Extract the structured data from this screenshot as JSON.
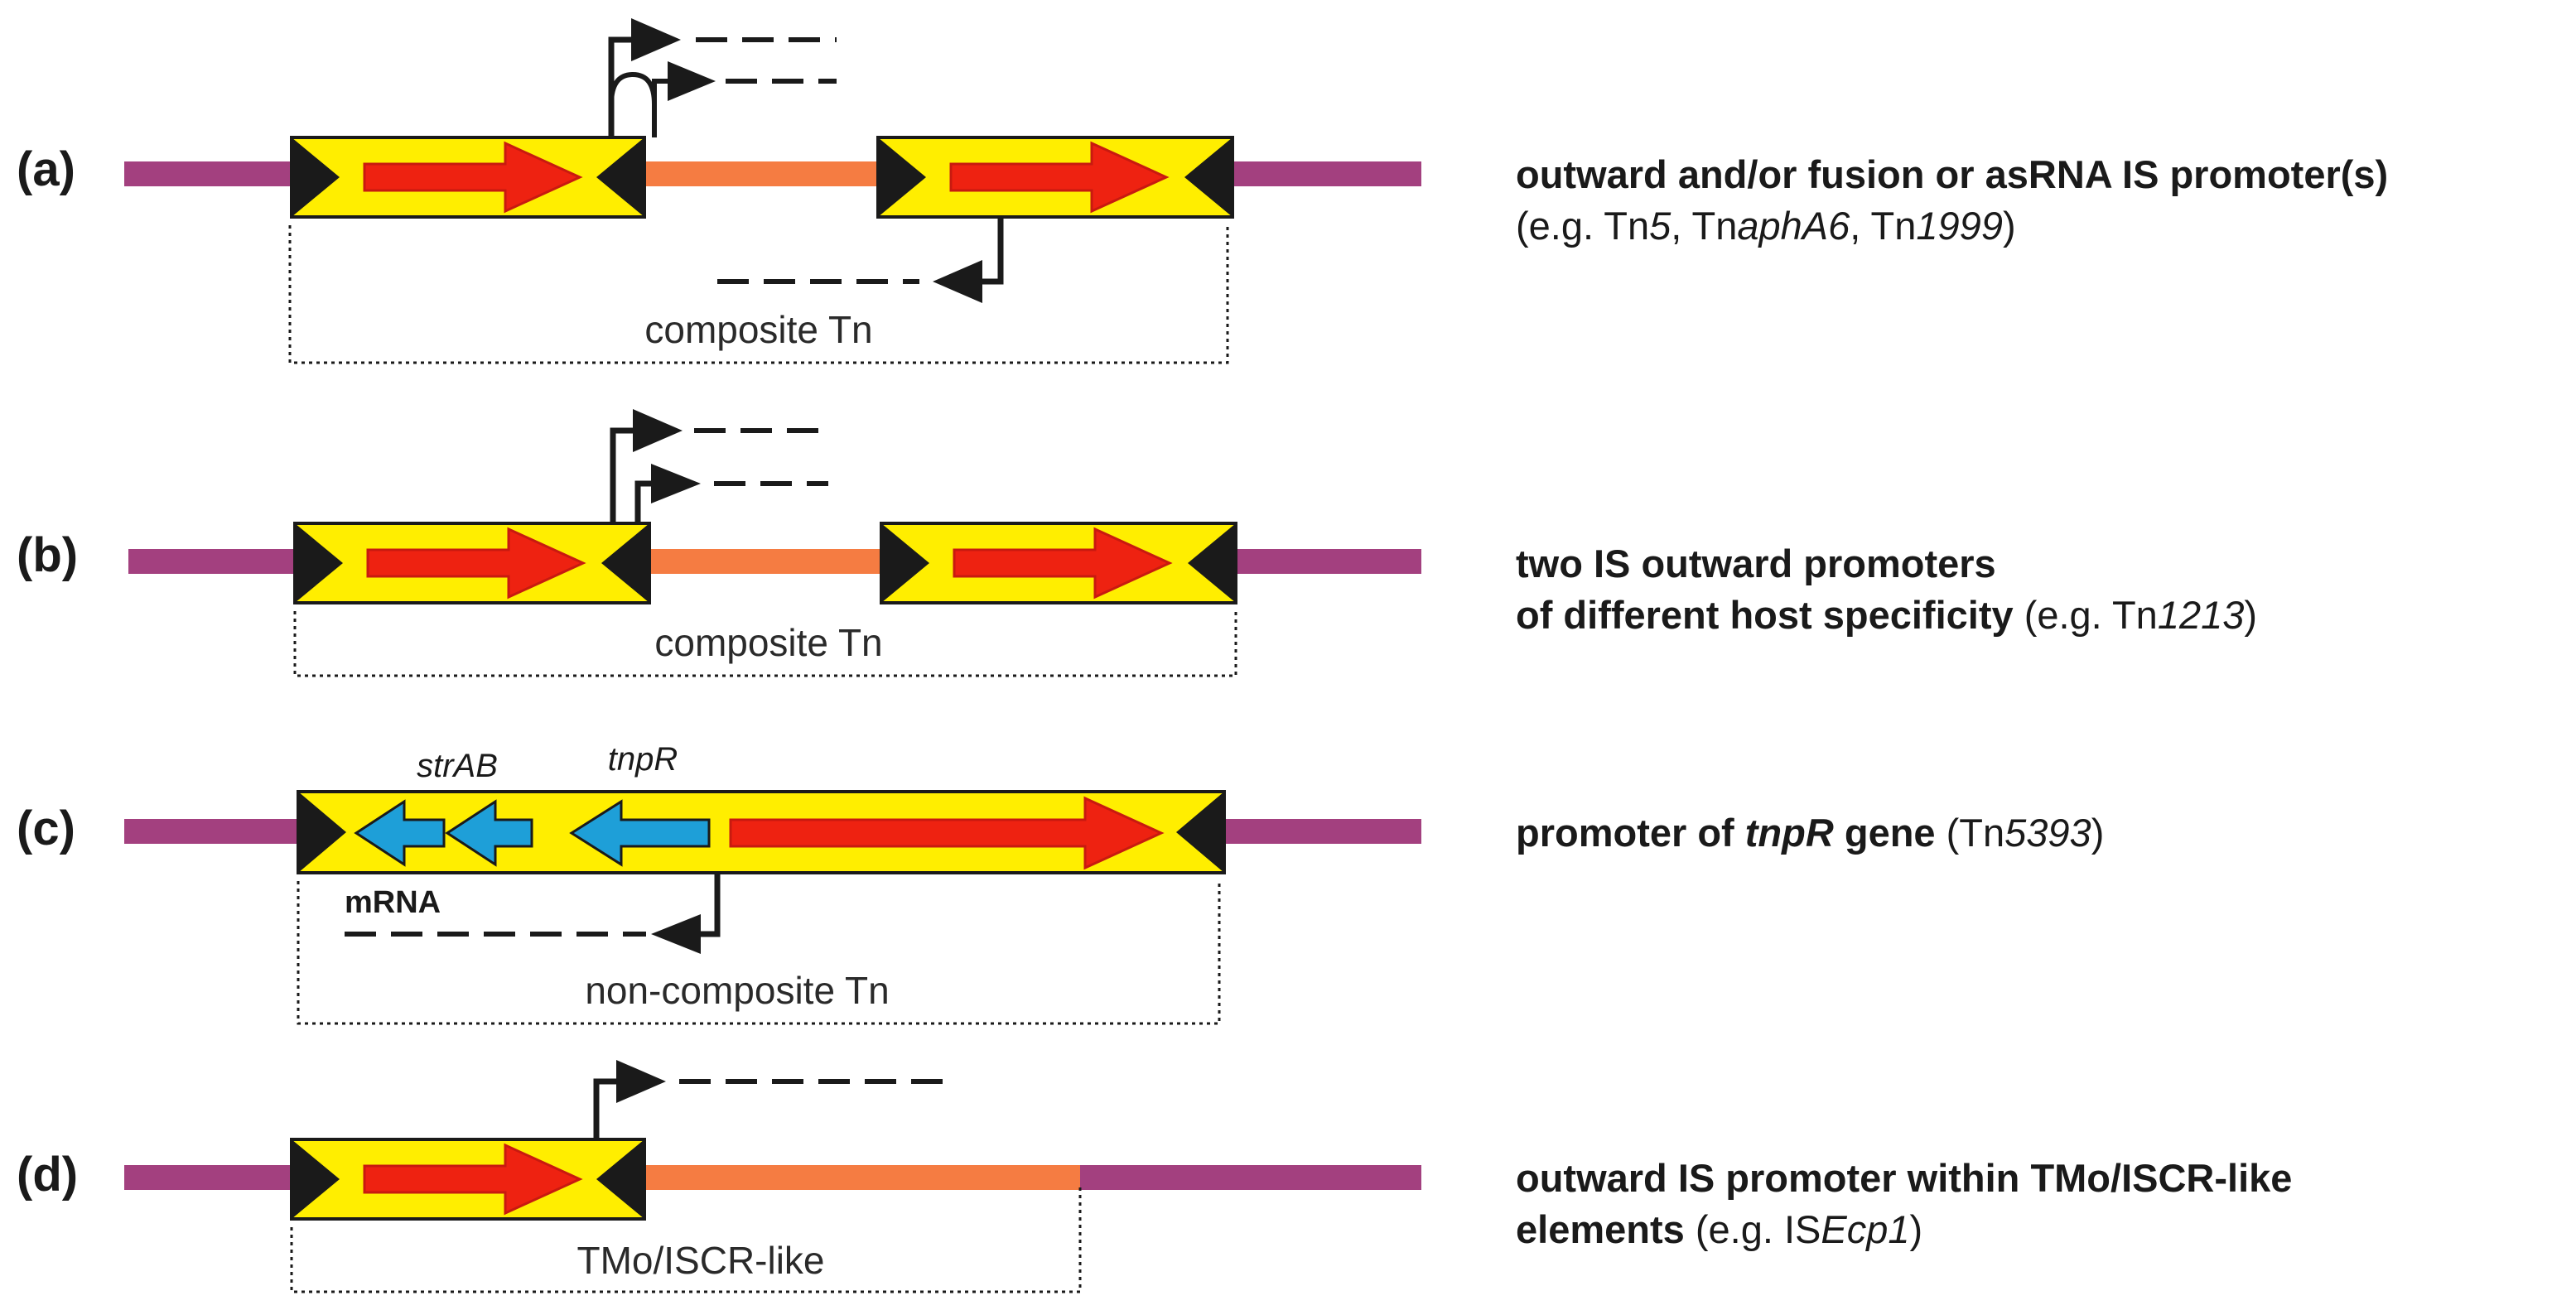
{
  "colors": {
    "flank": "#a3407f",
    "internal": "#f57c42",
    "is_box": "#ffee00",
    "transposase_arrow": "#ee2211",
    "gene_arrow": "#1e9fd8",
    "terminal_ir": "#1a1a1a"
  },
  "panels": {
    "a": {
      "letter": "(a)",
      "box_label": "composite Tn",
      "desc_line1": "outward and/or fusion or asRNA IS promoter(s)",
      "desc_line2_prefix": "(e.g. Tn",
      "desc_ex1": "5",
      "desc_sep1": ", Tn",
      "desc_ex2": "aphA6",
      "desc_sep2": ", Tn",
      "desc_ex3": "1999",
      "desc_suffix": ")"
    },
    "b": {
      "letter": "(b)",
      "box_label": "composite Tn",
      "desc_line1": "two IS outward promoters",
      "desc_line2_bold": "of different host specificity",
      "desc_line2_prefix": " (e.g. Tn",
      "desc_ex1": "1213",
      "desc_suffix": ")"
    },
    "c": {
      "letter": "(c)",
      "box_label": "non-composite Tn",
      "gene1": "strAB",
      "gene2": "tnpR",
      "mrna": "mRNA",
      "desc_bold1": "promoter of ",
      "desc_bold_italic": "tnpR",
      "desc_bold2": " gene",
      "desc_prefix": " (Tn",
      "desc_ex1": "5393",
      "desc_suffix": ")"
    },
    "d": {
      "letter": "(d)",
      "box_label": "TMo/ISCR-like",
      "desc_line1": "outward IS promoter within TMo/ISCR-like",
      "desc_line2_bold": "elements",
      "desc_line2_prefix": " (e.g. IS",
      "desc_ex1": "Ecp1",
      "desc_suffix": ")"
    }
  }
}
